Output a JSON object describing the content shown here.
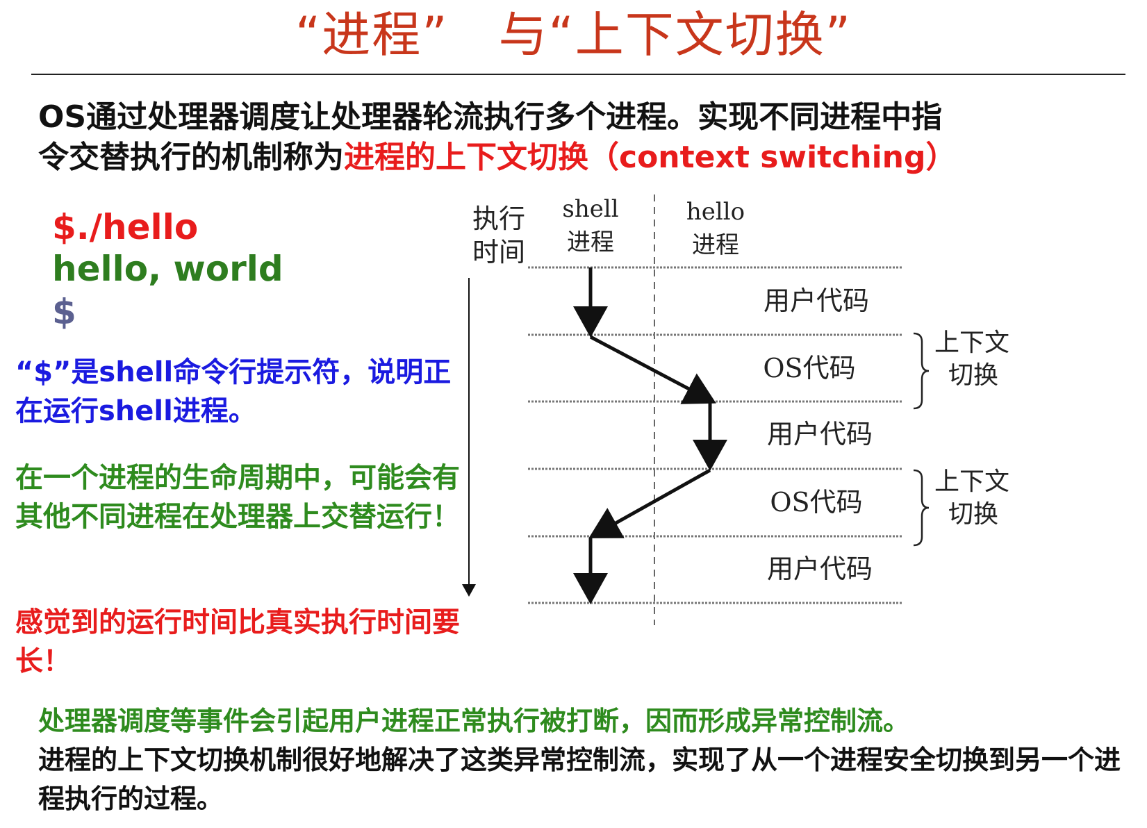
{
  "title": "“进程”　与“上下文切换”",
  "intro": {
    "line1": "OS通过处理器调度让处理器轮流执行多个进程。实现不同进程中指",
    "line2_prefix": "令交替执行的机制称为",
    "line2_highlight": "进程的上下文切换（context switching）"
  },
  "terminal": {
    "line1": "$./hello",
    "line2": "hello, world",
    "line3": "$"
  },
  "notes": {
    "prompt_note": "“$”是shell命令行提示符，说明正在运行shell进程。",
    "lifecycle_note": "在一个进程的生命周期中，可能会有其他不同进程在处理器上交替运行！",
    "time_note": "感觉到的运行时间比真实执行时间要长！"
  },
  "diagram": {
    "time_axis_label_1": "执行",
    "time_axis_label_2": "时间",
    "col_shell_1": "shell",
    "col_shell_2": "进程",
    "col_hello_1": "hello",
    "col_hello_2": "进程",
    "user_code_1": "用户代码",
    "os_code_1": "OS代码",
    "user_code_2": "用户代码",
    "os_code_2": "OS代码",
    "user_code_3": "用户代码",
    "ctx_1_line1": "上下文",
    "ctx_1_line2": "切换",
    "ctx_2_line1": "上下文",
    "ctx_2_line2": "切换"
  },
  "summary": {
    "line1": "处理器调度等事件会引起用户进程正常执行被打断，因而形成异常控制流。",
    "line2": "进程的上下文切换机制很好地解决了这类异常控制流，实现了从一个进程安全切换到另一个进程执行的过程。"
  },
  "colors": {
    "title": "#C8361B",
    "highlight_red": "#E81C1C",
    "green": "#2E8B1E",
    "blue": "#1A1AE0"
  }
}
